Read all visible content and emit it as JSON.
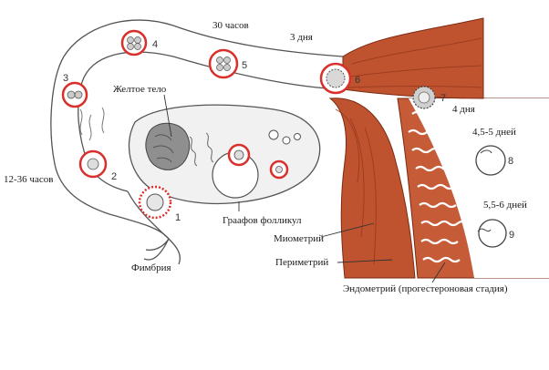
{
  "labels": {
    "hours_30": "30 часов",
    "days_3": "3 дня",
    "corpus_luteum": "Желтое тело",
    "days_4": "4 дня",
    "days_45_5": "4,5-5 дней",
    "hours_12_36": "12-36 часов",
    "days_55_6": "5,5-6 дней",
    "graafian_follicle": "Граафов фолликул",
    "myometrium": "Миометрий",
    "perimetrium": "Периметрий",
    "fimbria": "Фимбрия",
    "endometrium": "Эндометрий (прогестероновая стадия)"
  },
  "stages": [
    "1",
    "2",
    "3",
    "4",
    "5",
    "6",
    "7",
    "8",
    "9"
  ],
  "colors": {
    "muscle": "#c0532f",
    "muscle_dark": "#8e3318",
    "highlight_ring": "#d9302b",
    "outline": "#555555"
  }
}
